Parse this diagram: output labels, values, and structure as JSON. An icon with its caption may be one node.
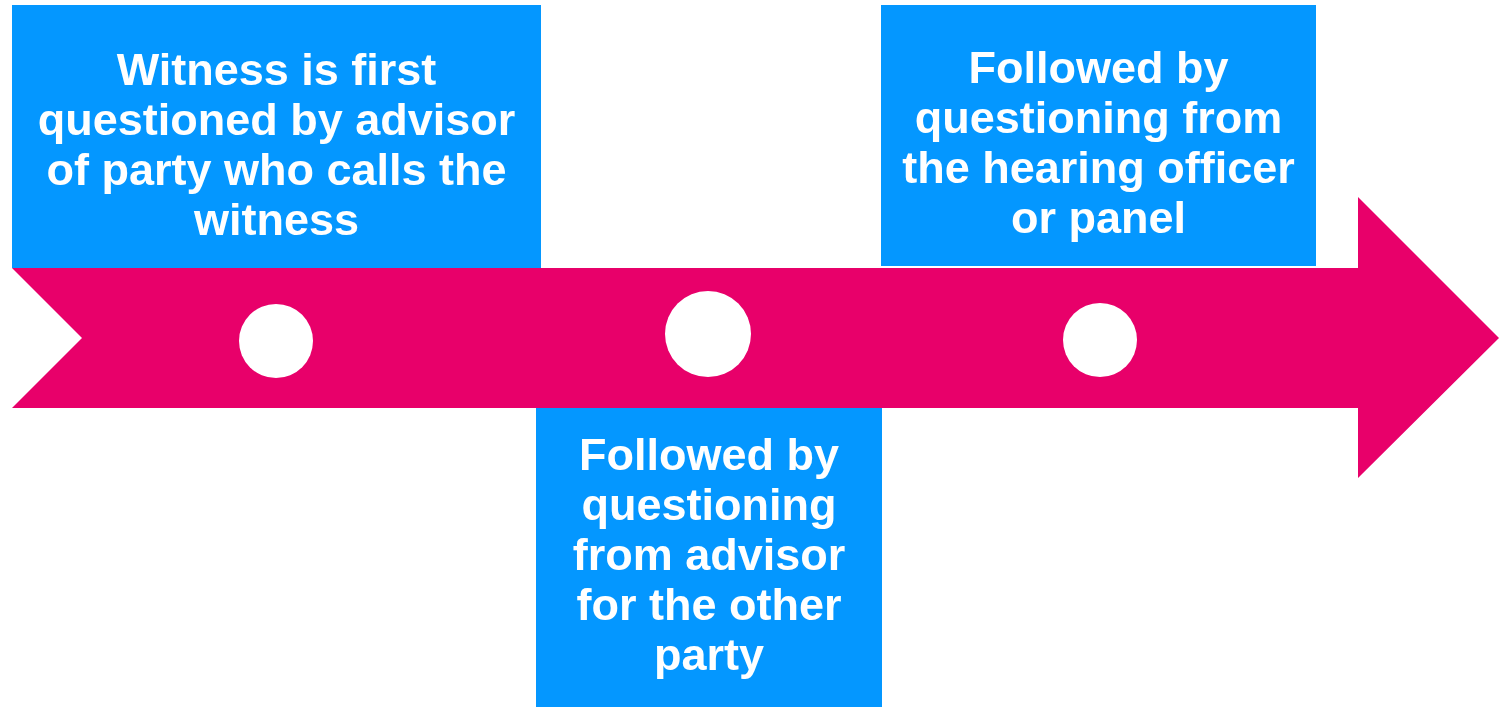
{
  "diagram": {
    "nodes": [
      {
        "text": [
          "Witness is first questioned by advisor of party who calls the witness"
        ]
      },
      {
        "text": [
          "Followed by questioning from advisor for the other party"
        ]
      },
      {
        "text": [
          "Followed by questioning from the hearing officer or panel"
        ]
      },
      {
        "text": [],
        "shape": "circle"
      },
      {
        "text": [],
        "shape": "circle"
      },
      {
        "text": [],
        "shape": "circle"
      }
    ]
  }
}
